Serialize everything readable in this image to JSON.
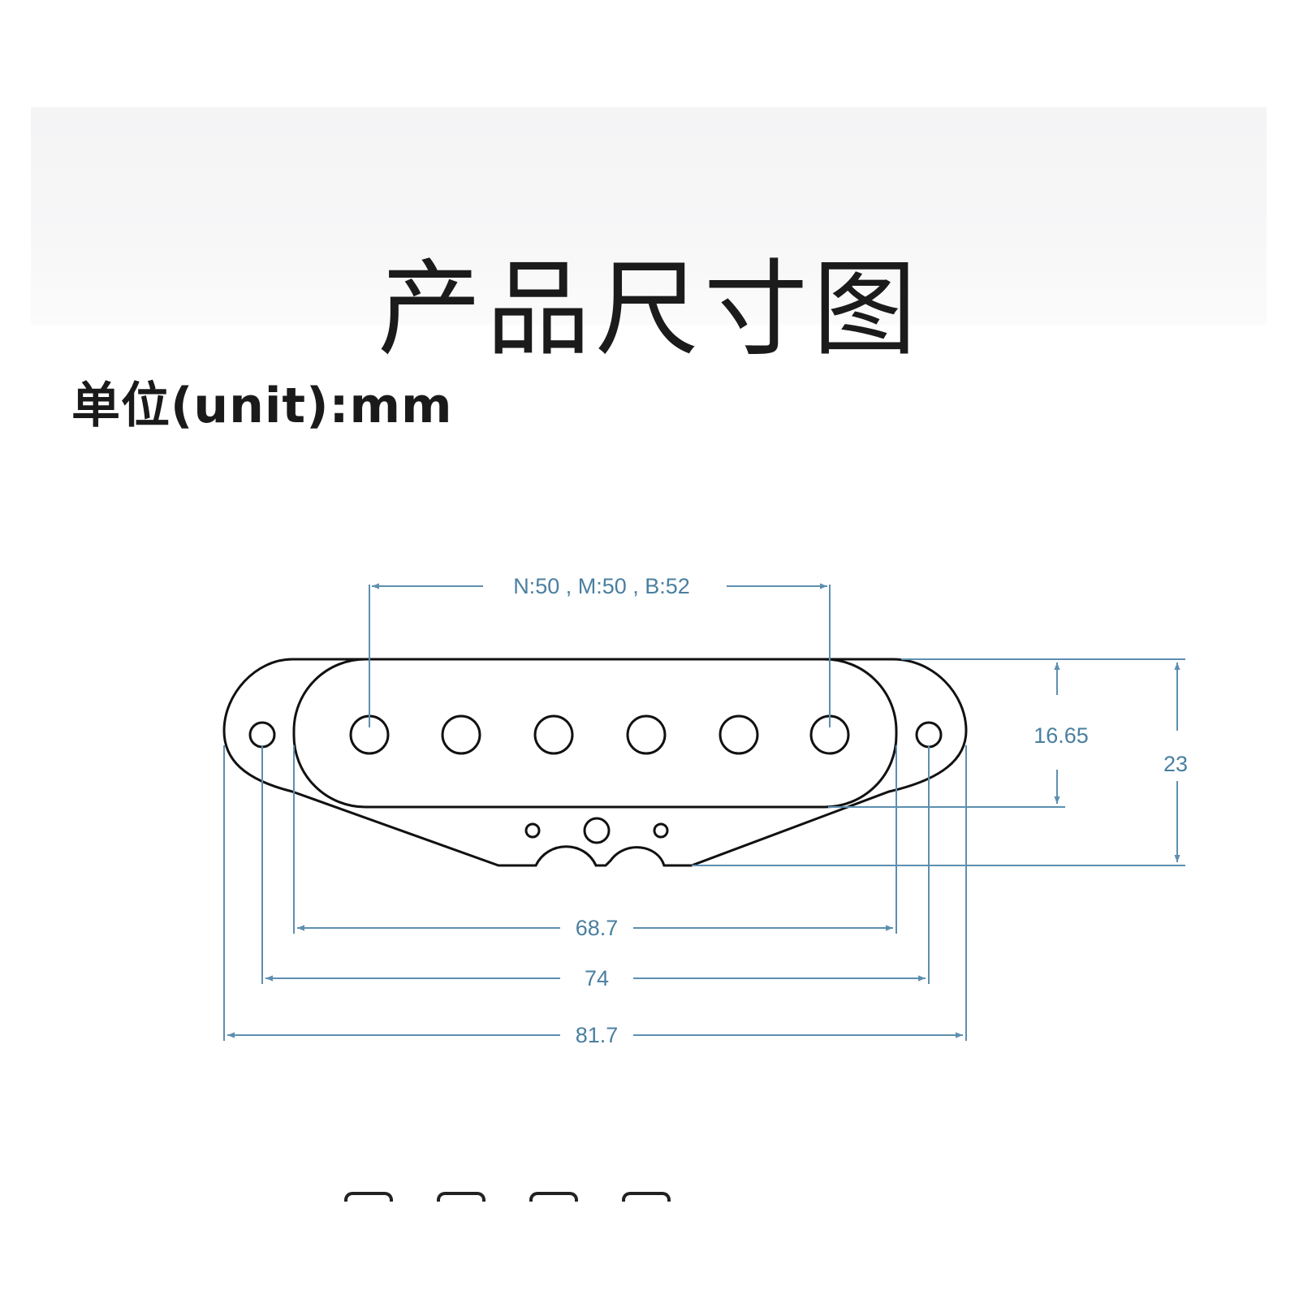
{
  "header": {
    "title": "产品尺寸图",
    "unit_label": "单位(unit):mm"
  },
  "dimensions": {
    "pole_spacing": "N:50 , M:50 , B:52",
    "bobbin_height": "16.65",
    "total_height": "23",
    "bobbin_length": "68.7",
    "mount_hole_spacing": "74",
    "total_length": "81.7"
  },
  "colors": {
    "dimension": "#4a7fa0",
    "outline": "#111111"
  }
}
